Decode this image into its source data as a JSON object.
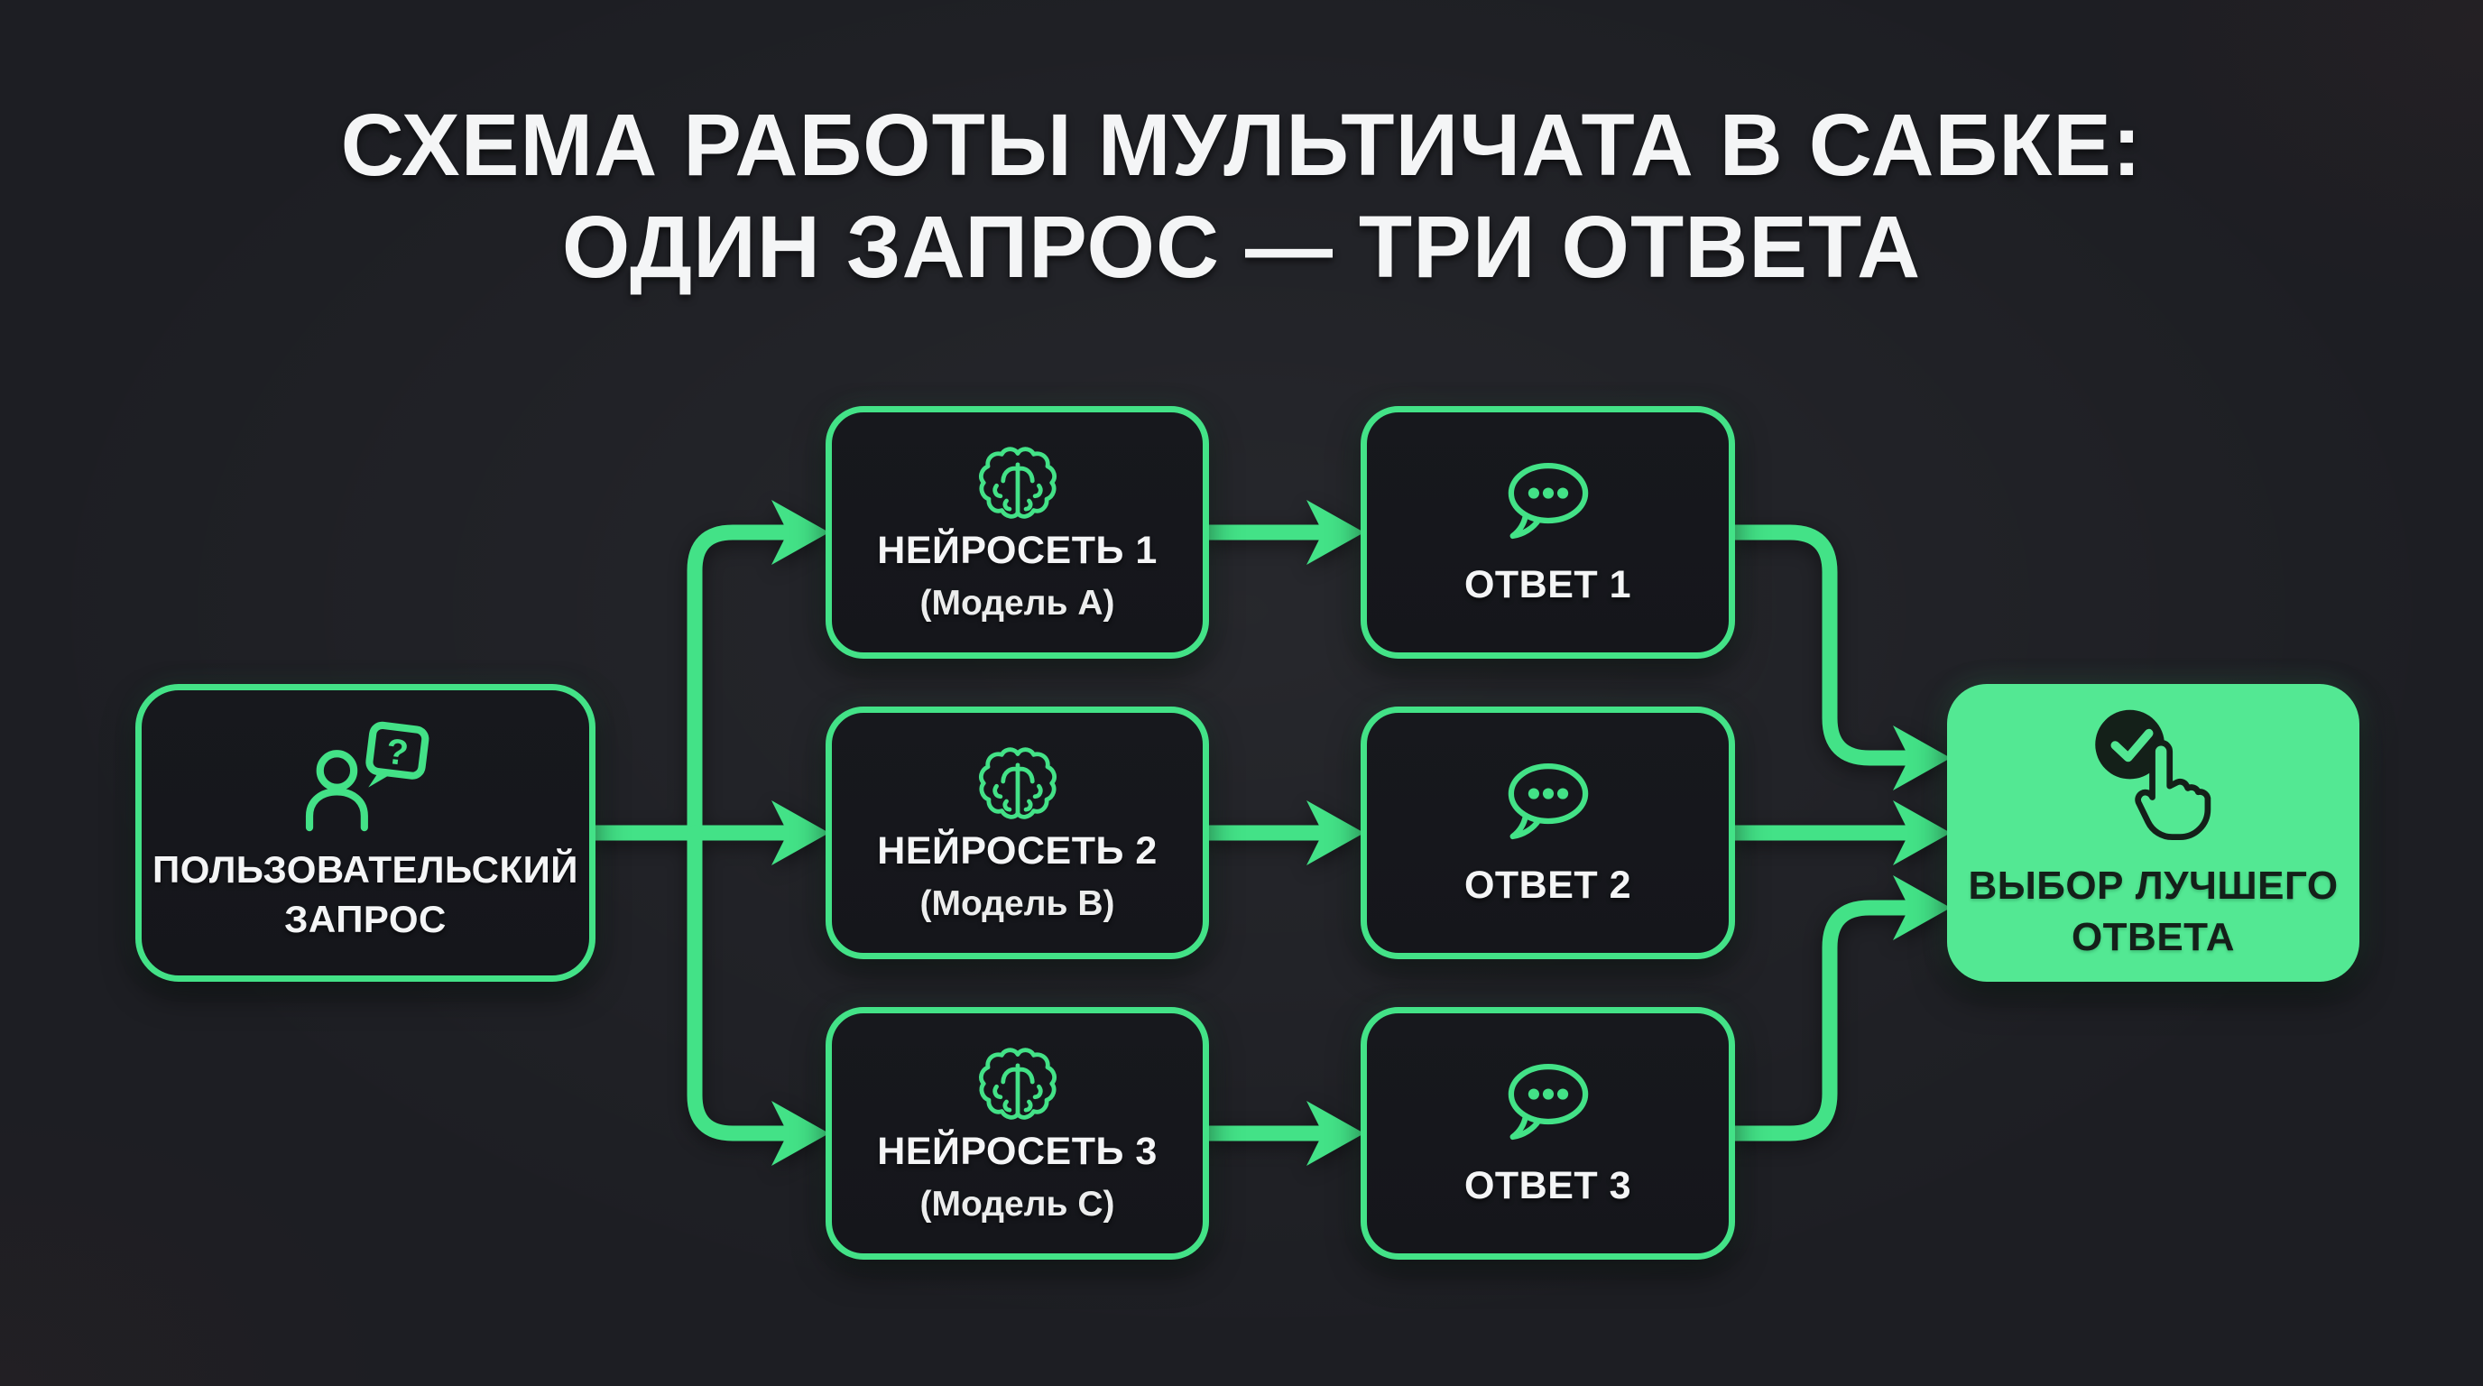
{
  "title": {
    "line1": "СХЕМА РАБОТЫ МУЛЬТИЧАТА В САБКЕ:",
    "line2": "ОДИН ЗАПРОС — ТРИ ОТВЕТА"
  },
  "nodes": {
    "user_request": {
      "line1": "ПОЛЬЗОВАТЕЛЬСКИЙ",
      "line2": "ЗАПРОС"
    },
    "networks": [
      {
        "title": "НЕЙРОСЕТЬ 1",
        "subtitle": "(Модель A)"
      },
      {
        "title": "НЕЙРОСЕТЬ 2",
        "subtitle": "(Модель B)"
      },
      {
        "title": "НЕЙРОСЕТЬ 3",
        "subtitle": "(Модель C)"
      }
    ],
    "answers": [
      {
        "title": "ОТВЕТ 1"
      },
      {
        "title": "ОТВЕТ 2"
      },
      {
        "title": "ОТВЕТ 3"
      }
    ],
    "best_answer": {
      "line1": "ВЫБОР ЛУЧШЕГО",
      "line2": "ОТВЕТА"
    }
  },
  "icons": {
    "user_request": "user-question-icon",
    "network": "brain-icon",
    "answer": "chat-bubble-icon",
    "best_answer": "select-best-click-icon",
    "question_glyph": "?"
  },
  "colors": {
    "background": "#1d1e23",
    "node_fill": "#15161b",
    "accent_green": "#43e287",
    "highlight_fill": "#53e893",
    "text_light": "#f4f5f6",
    "text_dark": "#142019",
    "icon_dark": "#142019"
  }
}
